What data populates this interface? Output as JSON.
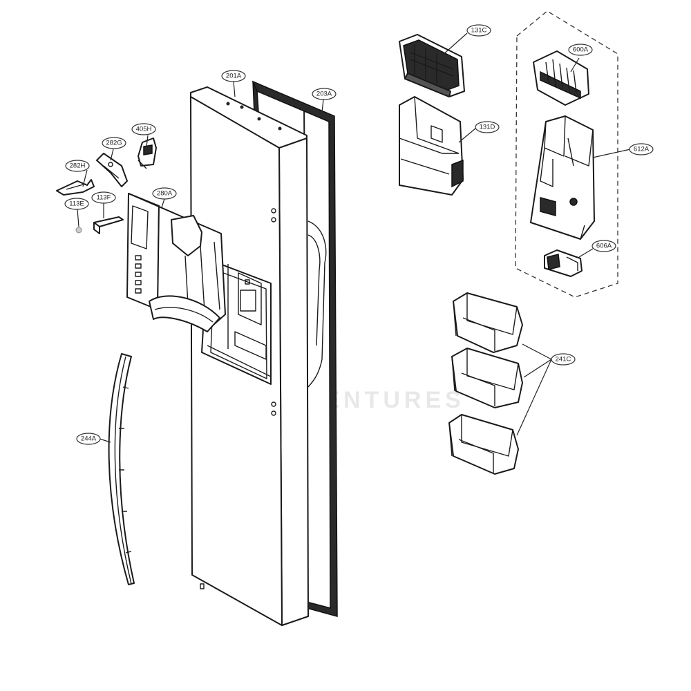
{
  "watermark": "LEAPVENTURES",
  "callouts": {
    "c201A": "201A",
    "c203A": "203A",
    "c405H": "405H",
    "c282G": "282G",
    "c282H": "282H",
    "c113E": "113E",
    "c113F": "113F",
    "c280A": "280A",
    "c244A": "244A",
    "c131C": "131C",
    "c131D": "131D",
    "c600A": "600A",
    "c612A": "612A",
    "c606A": "606A",
    "c241C": "241C"
  }
}
